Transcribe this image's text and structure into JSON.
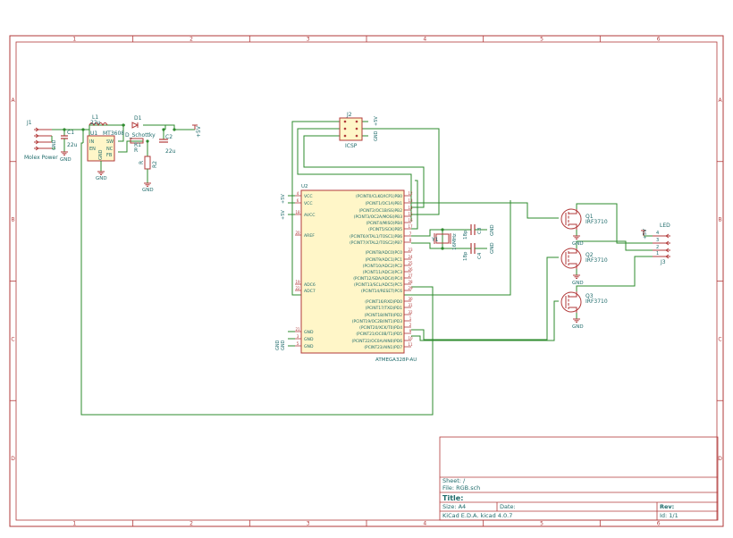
{
  "frame": {
    "columns": [
      "1",
      "2",
      "3",
      "4",
      "5",
      "6"
    ],
    "rows": [
      "A",
      "B",
      "C",
      "D"
    ]
  },
  "title_block": {
    "sheet": "Sheet: /",
    "file": "File: RGB.sch",
    "title_label": "Title:",
    "size": "Size: A4",
    "date": "Date:",
    "rev": "Rev:",
    "tool": "KiCad E.D.A.  kicad 4.0.7",
    "id": "Id: 1/1"
  },
  "power": {
    "j1": "J1",
    "j1_value": "Molex Power",
    "c1": "C1",
    "c1_value": "22u",
    "l1": "L1",
    "l1_value": "22u",
    "d1": "D1",
    "d1_value": "D_Schottky",
    "u1": "U1",
    "u1_value": "MT3608",
    "u1_pins": [
      "IN",
      "EN",
      "SW",
      "NC",
      "FB",
      "GND"
    ],
    "r1": "R1",
    "r1_value": "R",
    "r2": "R2",
    "r2_value": "R",
    "c2": "C2",
    "c2_value": "22u",
    "vplus": "+5V",
    "gnd": "GND"
  },
  "icsp": {
    "ref": "J2",
    "label": "ICSP",
    "vplus": "+5V",
    "gnd": "GND"
  },
  "mcu": {
    "ref": "U2",
    "value": "ATMEGA328P-AU",
    "left_pins": [
      {
        "num": "4",
        "name": "VCC"
      },
      {
        "num": "6",
        "name": "VCC"
      },
      {
        "num": "18",
        "name": "AVCC"
      },
      {
        "num": "20",
        "name": "AREF"
      },
      {
        "num": "19",
        "name": "ADC6"
      },
      {
        "num": "22",
        "name": "ADC7"
      },
      {
        "num": "21",
        "name": "GND"
      },
      {
        "num": "3",
        "name": "GND"
      },
      {
        "num": "5",
        "name": "GND"
      }
    ],
    "right_pins": [
      {
        "num": "12",
        "name": "(PCINT0/CLKO/ICP1)PB0"
      },
      {
        "num": "13",
        "name": "(PCINT1/OC1A)PB1"
      },
      {
        "num": "14",
        "name": "(PCINT2/OC1B/SS)PB2"
      },
      {
        "num": "15",
        "name": "(PCINT3/OC2A/MOSI)PB3"
      },
      {
        "num": "16",
        "name": "(PCINT4/MISO)PB4"
      },
      {
        "num": "17",
        "name": "(PCINT5/SCK)PB5"
      },
      {
        "num": "7",
        "name": "(PCINT6/XTAL1/TOSC1)PB6"
      },
      {
        "num": "8",
        "name": "(PCINT7/XTAL2/TOSC2)PB7"
      },
      {
        "num": "23",
        "name": "(PCINT8/ADC0)PC0"
      },
      {
        "num": "24",
        "name": "(PCINT9/ADC1)PC1"
      },
      {
        "num": "25",
        "name": "(PCINT10/ADC2)PC2"
      },
      {
        "num": "26",
        "name": "(PCINT11/ADC3)PC3"
      },
      {
        "num": "27",
        "name": "(PCINT12/SDA/ADC4)PC4"
      },
      {
        "num": "28",
        "name": "(PCINT13/SCL/ADC5)PC5"
      },
      {
        "num": "29",
        "name": "(PCINT14/RESET)PC6"
      },
      {
        "num": "30",
        "name": "(PCINT16/RXD)PD0"
      },
      {
        "num": "31",
        "name": "(PCINT17/TXD)PD1"
      },
      {
        "num": "32",
        "name": "(PCINT18/INT0)PD2"
      },
      {
        "num": "1",
        "name": "(PCINT19/OC2B/INT1)PD3"
      },
      {
        "num": "2",
        "name": "(PCINT20/XCK/T0)PD4"
      },
      {
        "num": "9",
        "name": "(PCINT21/OC0B/T1)PD5"
      },
      {
        "num": "10",
        "name": "(PCINT22/OC0A/AIN0)PD6"
      },
      {
        "num": "11",
        "name": "(PCINT23/AIN1)PD7"
      }
    ],
    "vplus": "+5V",
    "gnd": "GND"
  },
  "crystal": {
    "y1": "Y1",
    "y1_value": "16MHz",
    "c3": "C3",
    "c3_value": "18p",
    "c4": "C4",
    "c4_value": "18p",
    "gnd": "GND"
  },
  "mosfets": [
    {
      "ref": "Q1",
      "value": "IRF3710"
    },
    {
      "ref": "Q2",
      "value": "IRF3710"
    },
    {
      "ref": "Q3",
      "value": "IRF3710"
    }
  ],
  "led_connector": {
    "label": "LED",
    "ref": "J3",
    "vplus": "+5V",
    "pins": [
      "4",
      "3",
      "2",
      "1"
    ]
  },
  "colors": {
    "frame": "#b23a3a",
    "wire": "#2e8b2e",
    "part": "#b23a3a",
    "text": "#1f6b6b",
    "pin": "#b23a3a"
  }
}
